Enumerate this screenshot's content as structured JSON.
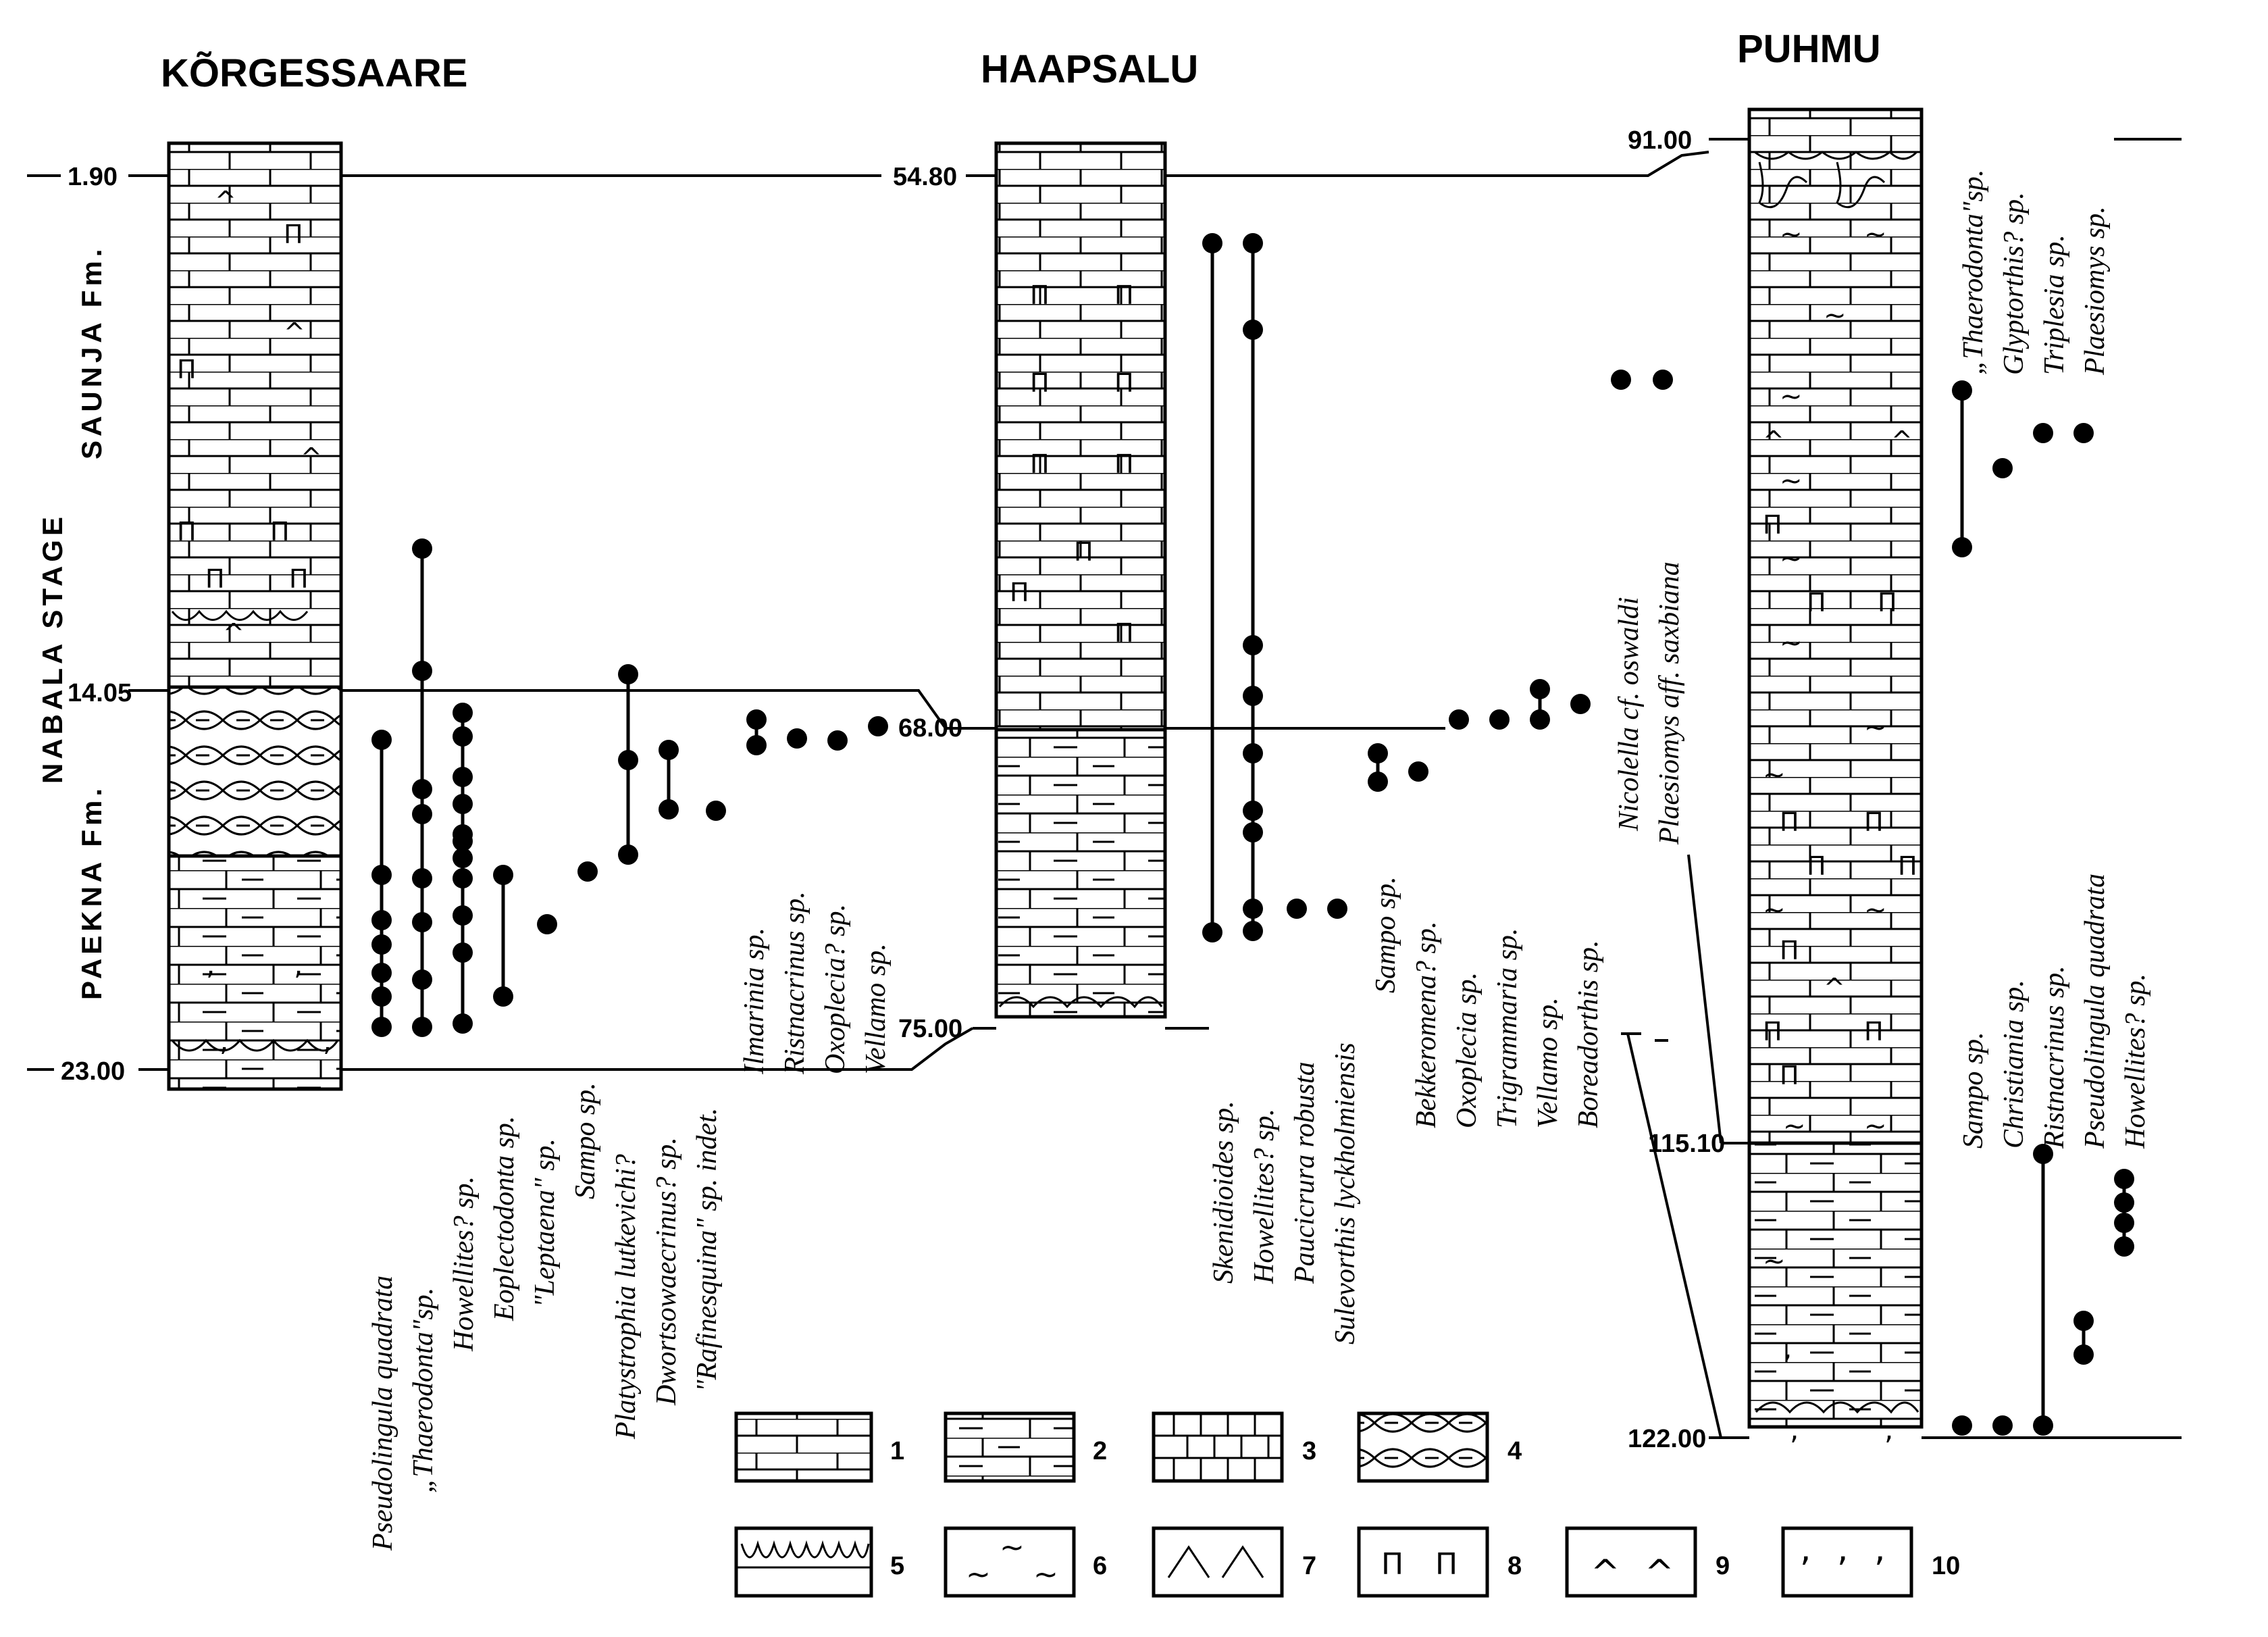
{
  "sections": [
    {
      "title": "KÕRGESSAARE",
      "depth_top": "1.90",
      "depth_base": "23.00",
      "boundary": "14.05",
      "taxa": [
        "Pseudolingula quadrata",
        "„Thaerodonta\"sp.",
        "Howellites? sp.",
        "Eoplectodonta sp.",
        "\"Leptaena\" sp.",
        "Sampo sp.",
        "Platystrophia lutkevichi?",
        "Dwortsowaecrinus? sp.",
        "\"Rafinesquina\" sp. indet.",
        "Ilmarinia sp.",
        "Ristnacrinus sp.",
        "Oxoplecia? sp.",
        "Vellamo sp."
      ]
    },
    {
      "title": "HAAPSALU",
      "depth_top": "54.80",
      "depth_base": "75.00",
      "boundary": "68.00",
      "taxa": [
        "Skenidioides sp.",
        "Howellites? sp.",
        "Paucicrura robusta",
        "Sulevorthis lyckholmiensis",
        "Sampo sp.",
        "Bekkeromena? sp.",
        "Oxoplecia sp.",
        "Trigrammaria sp.",
        "Vellamo sp.",
        "Boreadorthis sp.",
        "Nicolella cf. oswaldi",
        "Plaesiomys aff. saxbiana"
      ]
    },
    {
      "title": "PUHMU",
      "depth_top": "91.00",
      "depth_base": "122.00",
      "boundary": "115.10",
      "taxa_upper": [
        "„Thaerodonta\"sp.",
        "Glyptorthis? sp.",
        "Triplesia sp.",
        "Plaesiomys sp."
      ],
      "taxa_lower": [
        "Sampo sp.",
        "Christiania sp.",
        "Ristnacrinus sp.",
        "Pseudolingula quadrata",
        "Howellites? sp."
      ]
    }
  ],
  "stratigraphy": {
    "stage": "NABALA STAGE",
    "upper_formation": "SAUNJA Fm.",
    "lower_formation": "PAEKNA Fm."
  },
  "legend": [
    "1",
    "2",
    "3",
    "4",
    "5",
    "6",
    "7",
    "8",
    "9",
    "10"
  ]
}
